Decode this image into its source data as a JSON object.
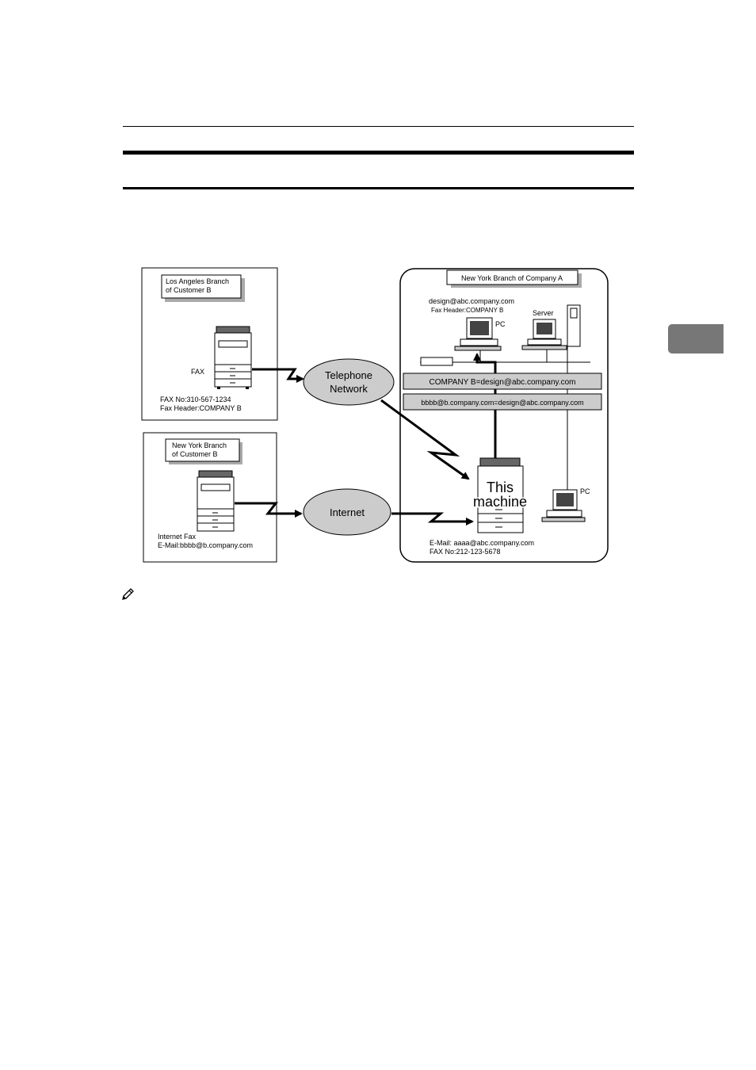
{
  "la_branch": {
    "title_line1": "Los Angeles Branch",
    "title_line2": "of Customer B",
    "device_label": "FAX",
    "fax_no": "FAX No:310-567-1234",
    "fax_header": "Fax Header:COMPANY B"
  },
  "ny_customer": {
    "title_line1": "New York Branch",
    "title_line2": "of Customer B",
    "device_label": "Internet Fax",
    "email": "E-Mail:bbbb@b.company.com"
  },
  "networks": {
    "telephone_line1": "Telephone",
    "telephone_line2": "Network",
    "internet": "Internet"
  },
  "company_a": {
    "title": "New York Branch of Company A",
    "design_email": "design@abc.company.com",
    "fax_header": "Fax Header:COMPANY B",
    "pc_label": "PC",
    "server_label": "Server",
    "rule1": "COMPANY B=design@abc.company.com",
    "rule2": "bbbb@b.company.com=design@abc.company.com",
    "this_line1": "This",
    "this_line2": "machine",
    "pc2_label": "PC",
    "machine_email": "E-Mail:  aaaa@abc.company.com",
    "machine_fax": "FAX No:212-123-5678"
  }
}
